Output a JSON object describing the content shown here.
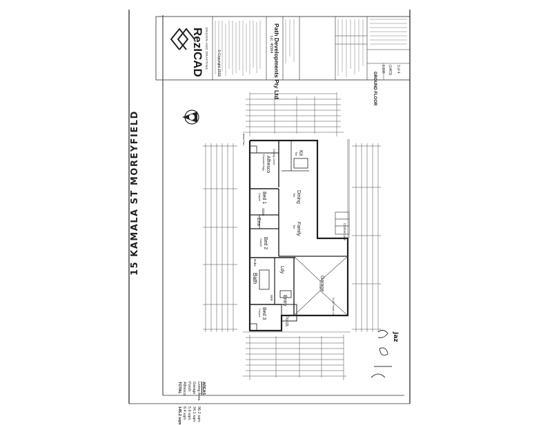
{
  "handwritten": {
    "address": "15 KAMALA ST MOREYFIELD",
    "signature_note": "Jaz"
  },
  "title_block": {
    "logo": "RezICAD",
    "logo_sub": "DESIGN AND DRAFTING",
    "copyright": "© Copyright 2015",
    "builder_name": "Path Developments Pty Ltd",
    "builder_lic": "Lic. 45564"
  },
  "plan": {
    "rooms": [
      {
        "key": "alfresco",
        "name": "Alfresco",
        "floor": "Exposed Agg"
      },
      {
        "key": "kit",
        "name": "Kit",
        "floor": "Tile"
      },
      {
        "key": "bed1",
        "name": "Bed 1",
        "floor": "Carpet"
      },
      {
        "key": "dining",
        "name": "Dining",
        "floor": "Tile"
      },
      {
        "key": "ens",
        "name": "Ens",
        "floor": ""
      },
      {
        "key": "family",
        "name": "Family",
        "floor": "Tile"
      },
      {
        "key": "bed2",
        "name": "Bed 2",
        "floor": "Carpet"
      },
      {
        "key": "ldy",
        "name": "Ldy",
        "floor": ""
      },
      {
        "key": "bath",
        "name": "Bath",
        "floor": ""
      },
      {
        "key": "garage",
        "name": "Garage",
        "floor": ""
      },
      {
        "key": "entry",
        "name": "Entry",
        "floor": ""
      },
      {
        "key": "bed3",
        "name": "Bed 3",
        "floor": "Carpet"
      },
      {
        "key": "porch",
        "name": "Porch",
        "floor": ""
      }
    ],
    "labels": {
      "slider": "Slider",
      "robe": "Robe",
      "clothes_line": "Clothes Line",
      "brick_pier": "Brick Pier",
      "ceiling_lined": "Ceiling Lined",
      "panel_lift": "2145 Panel Lift",
      "wir": "WIR"
    }
  },
  "areas": {
    "heading": "AREAS",
    "rows": [
      {
        "name": "Living Area",
        "value": "96.2 sqm"
      },
      {
        "name": "Garage",
        "value": "34.1 sqm"
      },
      {
        "name": "Porch",
        "value": "5.6 sqm"
      },
      {
        "name": "Alfresco",
        "value": "8.4 sqm"
      },
      {
        "name": "TOTAL",
        "value": "145.2 sqm"
      }
    ]
  },
  "sheet": {
    "title": "GROUND FLOOR",
    "scale": "1:100",
    "job_no": "(14R3)",
    "page": "3 of 4"
  },
  "colors": {
    "line": "#2a2a2a",
    "faint": "#8a8a8a",
    "paper": "#ffffff"
  }
}
